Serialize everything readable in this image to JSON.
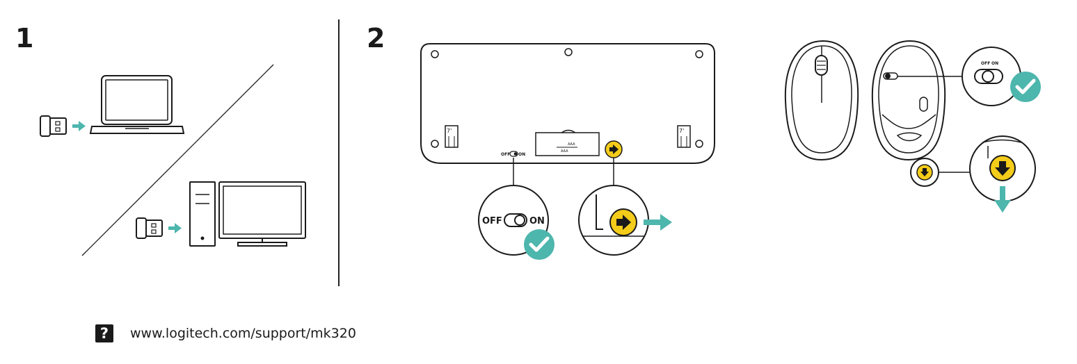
{
  "steps": {
    "one": "1",
    "two": "2"
  },
  "keyboard": {
    "switch_off": "OFF",
    "switch_on": "ON",
    "callout_off": "OFF",
    "callout_on": "ON",
    "battery_label_left": "7'",
    "battery_label_right": "7'",
    "battery_aaa_top": "AAA",
    "battery_aaa_bottom": "AAA"
  },
  "mouse": {
    "switch_off": "OFF",
    "switch_on": "ON"
  },
  "support": {
    "icon": "question-icon",
    "icon_glyph": "?",
    "url": "www.logitech.com/support/mk320"
  },
  "colors": {
    "accent_teal": "#4db6ad",
    "accent_yellow": "#f4cc1a",
    "ink": "#1a1a1a"
  }
}
